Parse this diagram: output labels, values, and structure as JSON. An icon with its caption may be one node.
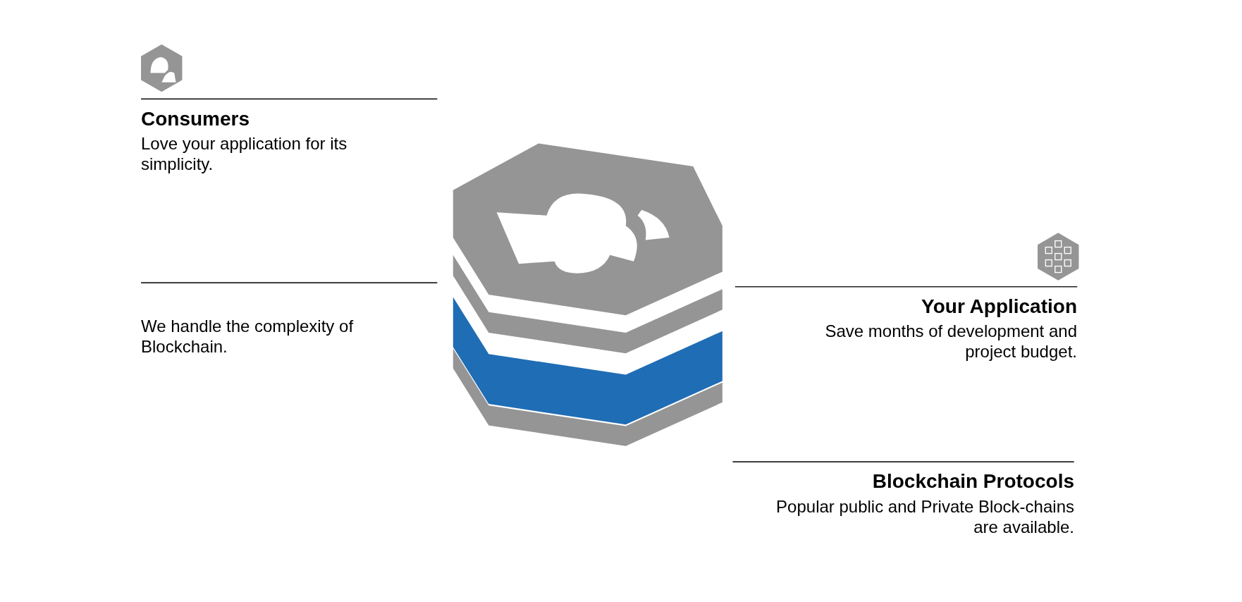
{
  "diagram": {
    "labels": [
      "Consumers",
      "Love your application for its simplicity.",
      "We handle the complexity of Blockchain.",
      "Your Application",
      "Save months of development and project budget.",
      "Blockchain Protocols",
      "Popular public and Private Block-chains are available."
    ]
  }
}
